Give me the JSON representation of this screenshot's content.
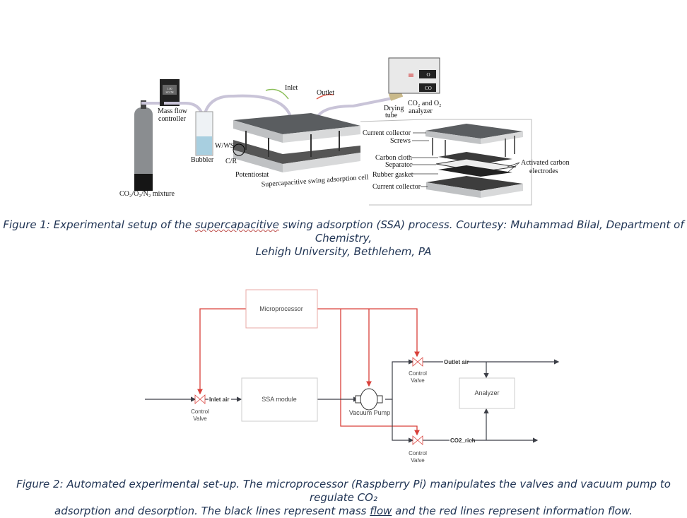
{
  "figure1": {
    "labels": {
      "mass_flow_controller": [
        "Mass flow",
        "controller"
      ],
      "mfc_display": [
        "1.00",
        "SCCM",
        "FLOW"
      ],
      "inlet": "Inlet",
      "outlet": "Outlet",
      "drying_tube": [
        "Drying",
        "tube"
      ],
      "analyzer": [
        "CO₂ and O₂",
        "analyzer"
      ],
      "analyzer_display": [
        "O",
        "CO"
      ],
      "w_ws": "W/WS",
      "c_r": "C/R",
      "bubbler": "Bubbler",
      "potentiostat": "Potentiostat",
      "cell": "Supercapacitive swing adsorption cell",
      "mixture": "CO₂/O₂/N₂ mixture",
      "current_collector_top": "Current collector",
      "screws": "Screws",
      "carbon_cloth": "Carbon cloth",
      "separator": "Separator",
      "rubber_gasket": "Rubber gasket",
      "current_collector_bottom": "Current collector",
      "activated_carbon": [
        "Activated carbon",
        "electrodes"
      ]
    },
    "caption": {
      "prefix": "Figure 1: Experimental setup of the ",
      "misspelled": "supercapacitive",
      "rest1": " swing adsorption (SSA) process. Courtesy: Muhammad Bilal, Department of Chemistry,",
      "line2": "Lehigh University, Bethlehem, PA"
    }
  },
  "figure2": {
    "nodes": {
      "microprocessor": "Microprocessor",
      "ssa_module": "SSA module",
      "vacuum_pump": "Vacuum Pump",
      "analyzer": "Analyzer",
      "control_valve": [
        "Control",
        "Valve"
      ]
    },
    "flows": {
      "inlet_air": "Inlet air",
      "outlet_air": "Outlet air",
      "co2_rich": "CO2_rich"
    },
    "colors": {
      "information_flow": "#d9403a",
      "mass_flow": "#3c3f47"
    },
    "caption": {
      "line1": "Figure 2: Automated experimental set-up. The microprocessor (Raspberry Pi) manipulates the valves and vacuum pump to regulate CO₂",
      "line2_a": "adsorption and desorption. The black lines represent mass ",
      "line2_flow": "flow",
      "line2_b": " and the red lines represent information flow."
    }
  }
}
